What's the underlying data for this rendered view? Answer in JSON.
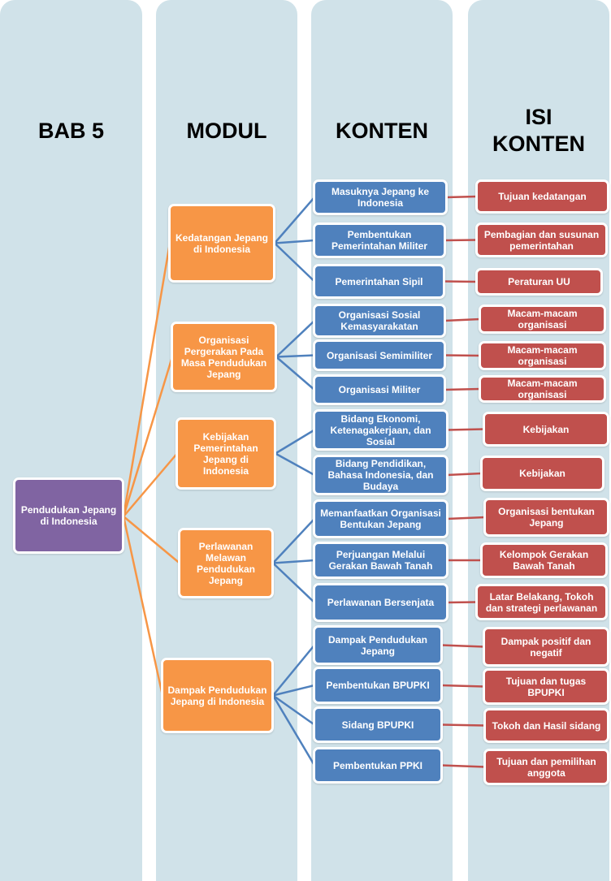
{
  "headers": {
    "bab": "BAB 5",
    "modul": "MODUL",
    "konten": "KONTEN",
    "isi_konten": "ISI KONTEN"
  },
  "colors": {
    "column_bg": "#d0e2e9",
    "root": "#8064a2",
    "modul": "#f79646",
    "konten": "#4f81bd",
    "isi": "#c0504d"
  },
  "root": "Pendudukan Jepang di Indonesia",
  "modules": [
    {
      "label": "Kedatangan Jepang di Indonesia",
      "contents": [
        {
          "konten": "Masuknya Jepang ke Indonesia",
          "isi": "Tujuan kedatangan"
        },
        {
          "konten": "Pembentukan Pemerintahan Militer",
          "isi": "Pembagian dan susunan pemerintahan"
        },
        {
          "konten": "Pemerintahan Sipil",
          "isi": "Peraturan UU"
        }
      ]
    },
    {
      "label": "Organisasi Pergerakan Pada Masa Pendudukan Jepang",
      "contents": [
        {
          "konten": "Organisasi Sosial Kemasyarakatan",
          "isi": "Macam-macam organisasi"
        },
        {
          "konten": "Organisasi Semimiliter",
          "isi": "Macam-macam organisasi"
        },
        {
          "konten": "Organisasi Militer",
          "isi": "Macam-macam organisasi"
        }
      ]
    },
    {
      "label": "Kebijakan Pemerintahan Jepang di Indonesia",
      "contents": [
        {
          "konten": "Bidang Ekonomi, Ketenagakerjaan, dan Sosial",
          "isi": "Kebijakan"
        },
        {
          "konten": "Bidang Pendidikan, Bahasa Indonesia, dan Budaya",
          "isi": "Kebijakan"
        }
      ]
    },
    {
      "label": "Perlawanan Melawan Pendudukan Jepang",
      "contents": [
        {
          "konten": "Memanfaatkan Organisasi Bentukan Jepang",
          "isi": "Organisasi bentukan Jepang"
        },
        {
          "konten": "Perjuangan Melalui Gerakan Bawah Tanah",
          "isi": "Kelompok Gerakan Bawah Tanah"
        },
        {
          "konten": "Perlawanan Bersenjata",
          "isi": "Latar Belakang, Tokoh dan strategi perlawanan"
        }
      ]
    },
    {
      "label": "Dampak Pendudukan Jepang di Indonesia",
      "contents": [
        {
          "konten": "Dampak Pendudukan Jepang",
          "isi": "Dampak positif dan negatif"
        },
        {
          "konten": "Pembentukan BPUPKI",
          "isi": "Tujuan dan tugas BPUPKI"
        },
        {
          "konten": "Sidang BPUPKI",
          "isi": "Tokoh dan Hasil sidang"
        },
        {
          "konten": "Pembentukan PPKI",
          "isi": "Tujuan dan pemilihan anggota"
        }
      ]
    }
  ]
}
